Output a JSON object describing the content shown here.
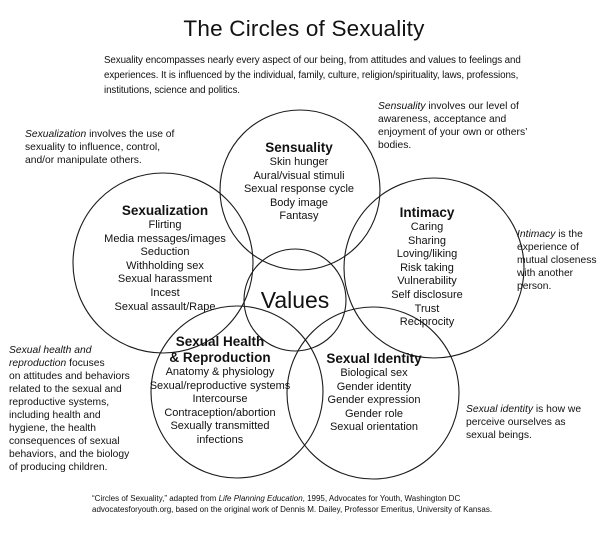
{
  "page": {
    "title": "The Circles of Sexuality"
  },
  "intro": {
    "lines": [
      "Sexuality encompasses nearly every aspect of our being, from attitudes and values to feelings and",
      "experiences. It is influenced by the individual, family, culture, religion/spirituality, laws, professions,",
      "institutions, science and politics."
    ]
  },
  "circles": {
    "sensuality": {
      "title_lines": [
        "Sensuality"
      ],
      "items": [
        "Skin hunger",
        "Aural/visual stimuli",
        "Sexual response cycle",
        "Body image",
        "Fantasy"
      ]
    },
    "sexualization": {
      "title_lines": [
        "Sexualization"
      ],
      "items": [
        "Flirting",
        "Media messages/images",
        "Seduction",
        "Withholding sex",
        "Sexual harassment",
        "Incest",
        "Sexual assault/Rape"
      ]
    },
    "intimacy": {
      "title_lines": [
        "Intimacy"
      ],
      "items": [
        "Caring",
        "Sharing",
        "Loving/liking",
        "Risk taking",
        "Vulnerability",
        "Self disclosure",
        "Trust",
        "Reciprocity"
      ]
    },
    "sexual_health": {
      "title_lines": [
        "Sexual Health",
        "& Reproduction"
      ],
      "items": [
        "Anatomy & physiology",
        "Sexual/reproductive systems",
        "Intercourse",
        "Contraception/abortion",
        "Sexually transmitted infections"
      ]
    },
    "sexual_identity": {
      "title_lines": [
        "Sexual Identity"
      ],
      "items": [
        "Biological sex",
        "Gender identity",
        "Gender expression",
        "Gender role",
        "Sexual orientation"
      ]
    },
    "values": {
      "label": "Values"
    }
  },
  "annotations": {
    "sensuality": {
      "lead": "Sensuality",
      "rest": " involves our level of awareness, acceptance and enjoyment of your own or others’ bodies."
    },
    "sexualization": {
      "lead": "Sexualization",
      "rest": " involves the use of sexuality to influence, control, and/or manipulate others."
    },
    "intimacy": {
      "lead": "Intimacy",
      "rest": " is the experience of mutual closeness with another person."
    },
    "sexual_health": {
      "lead": "Sexual health and reproduction",
      "rest": " focuses",
      "rest2": "on attitudes and behaviors related to the sexual and reproductive systems, including health and hygiene, the health consequences of sexual behaviors, and the biology of producing children."
    },
    "sexual_identity": {
      "lead": "Sexual identity",
      "rest": " is how we perceive ourselves as sexual beings."
    }
  },
  "footer": {
    "line1_pre": "“Circles of Sexuality,” adapted from ",
    "line1_italic": "Life Planning Education",
    "line1_post": ", 1995, Advocates for Youth, Washington DC",
    "line2": "advocatesforyouth.org, based on the original work of Dennis M. Dailey, Professor Emeritus, University of Kansas."
  },
  "colors": {
    "background": "#ffffff",
    "text": "#111111",
    "circle_stroke": "#1b1b1b"
  }
}
